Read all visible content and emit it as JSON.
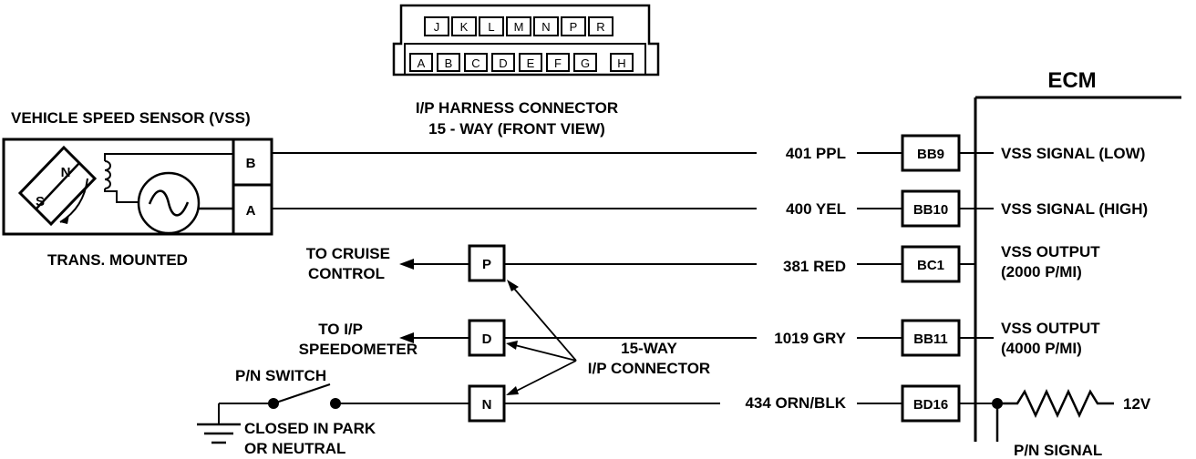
{
  "connector_view": {
    "title_line1": "I/P HARNESS CONNECTOR",
    "title_line2": "15 - WAY (FRONT VIEW)",
    "top_row": [
      "J",
      "K",
      "L",
      "M",
      "N",
      "P",
      "R"
    ],
    "bottom_row": [
      "A",
      "B",
      "C",
      "D",
      "E",
      "F",
      "G",
      "H"
    ]
  },
  "vss": {
    "title": "VEHICLE SPEED SENSOR (VSS)",
    "mount_label": "TRANS. MOUNTED",
    "pole_n": "N",
    "pole_s": "S",
    "term_b": "B",
    "term_a": "A"
  },
  "ecm": {
    "title": "ECM",
    "pins": [
      {
        "pin": "BB9",
        "label_lines": [
          "VSS SIGNAL (LOW)"
        ]
      },
      {
        "pin": "BB10",
        "label_lines": [
          "VSS SIGNAL (HIGH)"
        ]
      },
      {
        "pin": "BC1",
        "label_lines": [
          "VSS OUTPUT",
          "(2000 P/MI)"
        ]
      },
      {
        "pin": "BB11",
        "label_lines": [
          "VSS OUTPUT",
          "(4000 P/MI)"
        ]
      },
      {
        "pin": "BD16",
        "label_lines": []
      }
    ],
    "supply_label": "12V",
    "pn_signal_label": "P/N SIGNAL"
  },
  "wires": [
    "401 PPL",
    "400 YEL",
    "381 RED",
    "1019 GRY",
    "434 ORN/BLK"
  ],
  "ip_connector": {
    "pins": [
      "P",
      "D",
      "N"
    ],
    "label_line1": "15-WAY",
    "label_line2": "I/P CONNECTOR"
  },
  "destinations": {
    "cruise_line1": "TO CRUISE",
    "cruise_line2": "CONTROL",
    "speedo_line1": "TO I/P",
    "speedo_line2": "SPEEDOMETER"
  },
  "pn_switch": {
    "title": "P/N SWITCH",
    "state_line1": "CLOSED IN PARK",
    "state_line2": "OR NEUTRAL"
  }
}
